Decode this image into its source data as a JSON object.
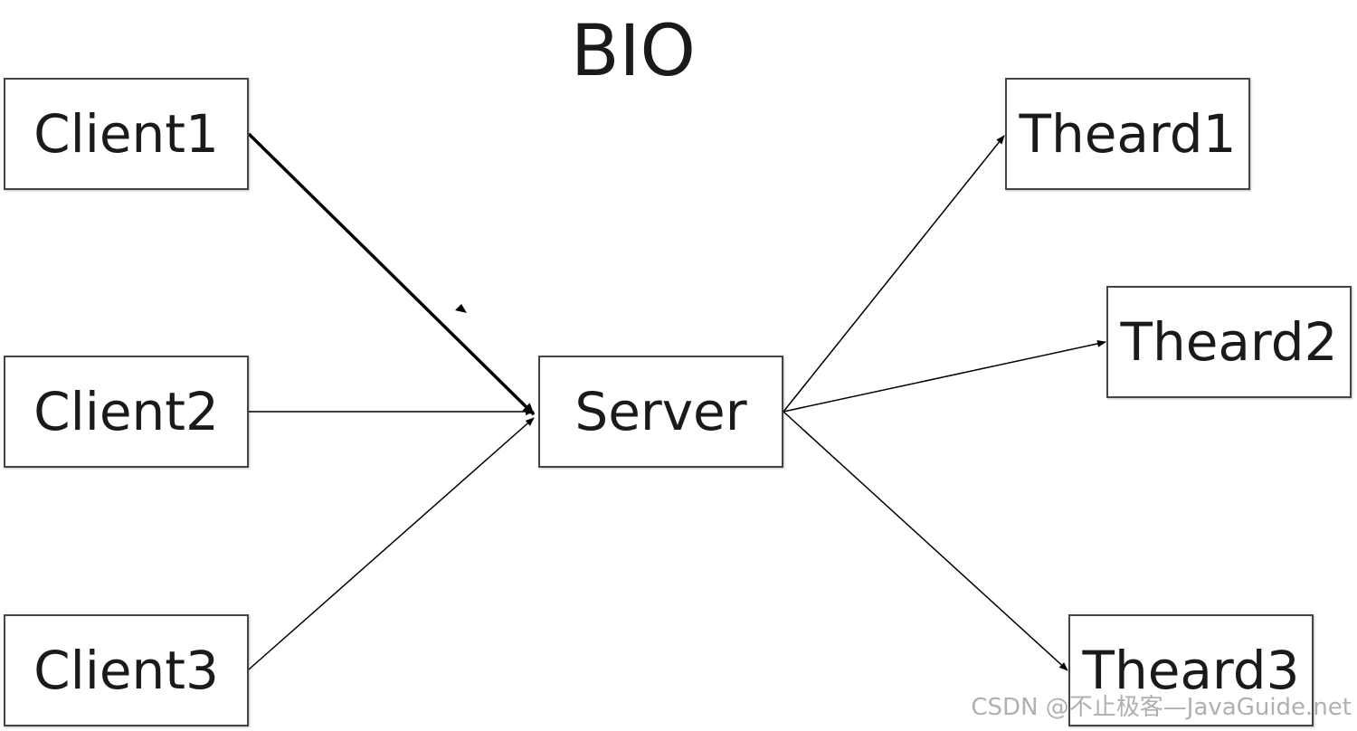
{
  "title": "BIO",
  "nodes": {
    "client1": "Client1",
    "client2": "Client2",
    "client3": "Client3",
    "server": "Server",
    "thread1": "Theard1",
    "thread2": "Theard2",
    "thread3": "Theard3"
  },
  "edges": [
    {
      "from": "client1",
      "to": "server"
    },
    {
      "from": "client2",
      "to": "server"
    },
    {
      "from": "client3",
      "to": "server"
    },
    {
      "from": "server",
      "to": "thread1"
    },
    {
      "from": "server",
      "to": "thread2"
    },
    {
      "from": "server",
      "to": "thread3"
    }
  ],
  "watermark": "CSDN @不止极客—JavaGuide.net"
}
